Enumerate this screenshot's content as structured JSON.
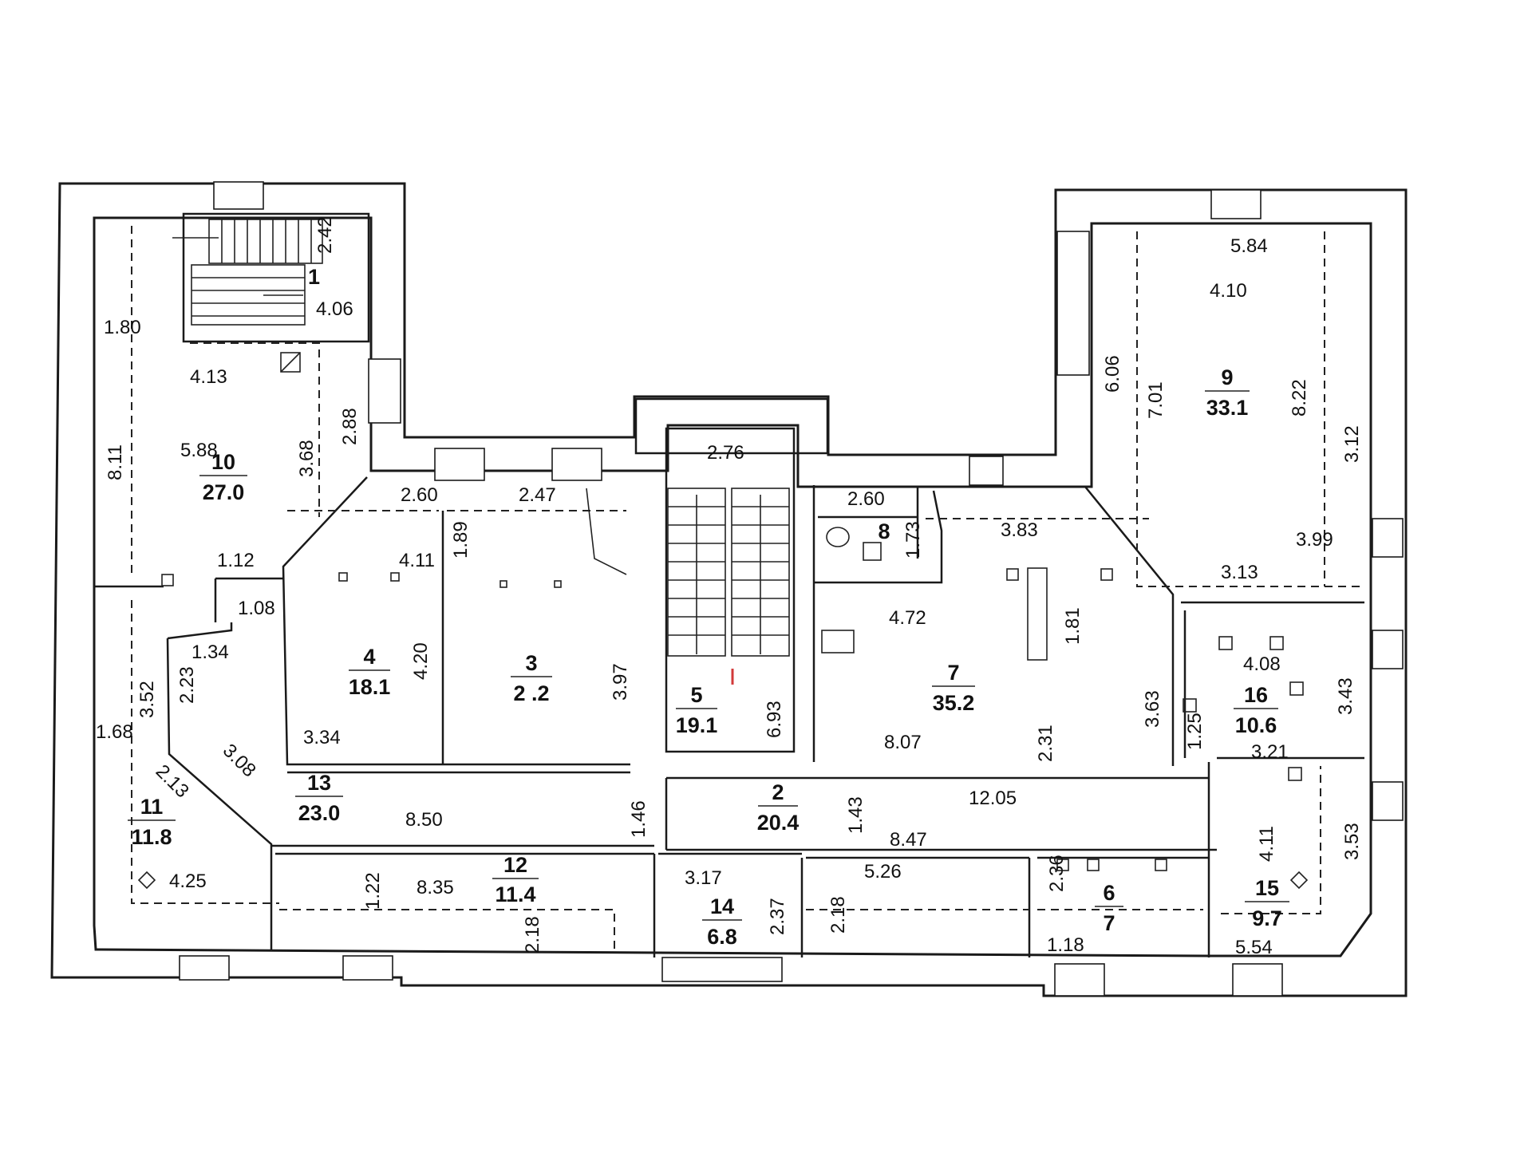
{
  "rooms": [
    {
      "id": "room-1",
      "number": "1",
      "area": ""
    },
    {
      "id": "room-2",
      "number": "2",
      "area": "20.4"
    },
    {
      "id": "room-3",
      "number": "3",
      "area": "2 .2"
    },
    {
      "id": "room-4",
      "number": "4",
      "area": "18.1"
    },
    {
      "id": "room-5",
      "number": "5",
      "area": "19.1"
    },
    {
      "id": "room-6",
      "number": "6",
      "area": "7"
    },
    {
      "id": "room-7",
      "number": "7",
      "area": "35.2"
    },
    {
      "id": "room-8",
      "number": "8",
      "area": ""
    },
    {
      "id": "room-9",
      "number": "9",
      "area": "33.1"
    },
    {
      "id": "room-10",
      "number": "10",
      "area": "27.0"
    },
    {
      "id": "room-11",
      "number": "11",
      "area": "11.8"
    },
    {
      "id": "room-12",
      "number": "12",
      "area": "11.4"
    },
    {
      "id": "room-13",
      "number": "13",
      "area": "23.0"
    },
    {
      "id": "room-14",
      "number": "14",
      "area": "6.8"
    },
    {
      "id": "room-15",
      "number": "15",
      "area": "9.7"
    },
    {
      "id": "room-16",
      "number": "16",
      "area": "10.6"
    }
  ],
  "dimensions": [
    "2.42",
    "4.06",
    "1.80",
    "4.13",
    "2.88",
    "8.11",
    "5.88",
    "3.68",
    "2.60",
    "2.47",
    "1.89",
    "4.11",
    "1.12",
    "1.08",
    "4.20",
    "3.97",
    "1.34",
    "3.52",
    "2.23",
    "3.34",
    "3.08",
    "2.13",
    "1.68",
    "8.50",
    "4.25",
    "1.22",
    "8.35",
    "2.18",
    "1.46",
    "2.76",
    "6.93",
    "3.17",
    "2.37",
    "1.43",
    "12.05",
    "8.47",
    "5.26",
    "2.18",
    "2.36",
    "1.18",
    "2.60",
    "1.73",
    "3.83",
    "4.72",
    "1.81",
    "8.07",
    "2.31",
    "3.63",
    "5.84",
    "4.10",
    "6.06",
    "7.01",
    "8.22",
    "3.12",
    "3.99",
    "3.13",
    "4.08",
    "3.43",
    "1.25",
    "3.21",
    "4.11",
    "3.53",
    "5.54"
  ]
}
